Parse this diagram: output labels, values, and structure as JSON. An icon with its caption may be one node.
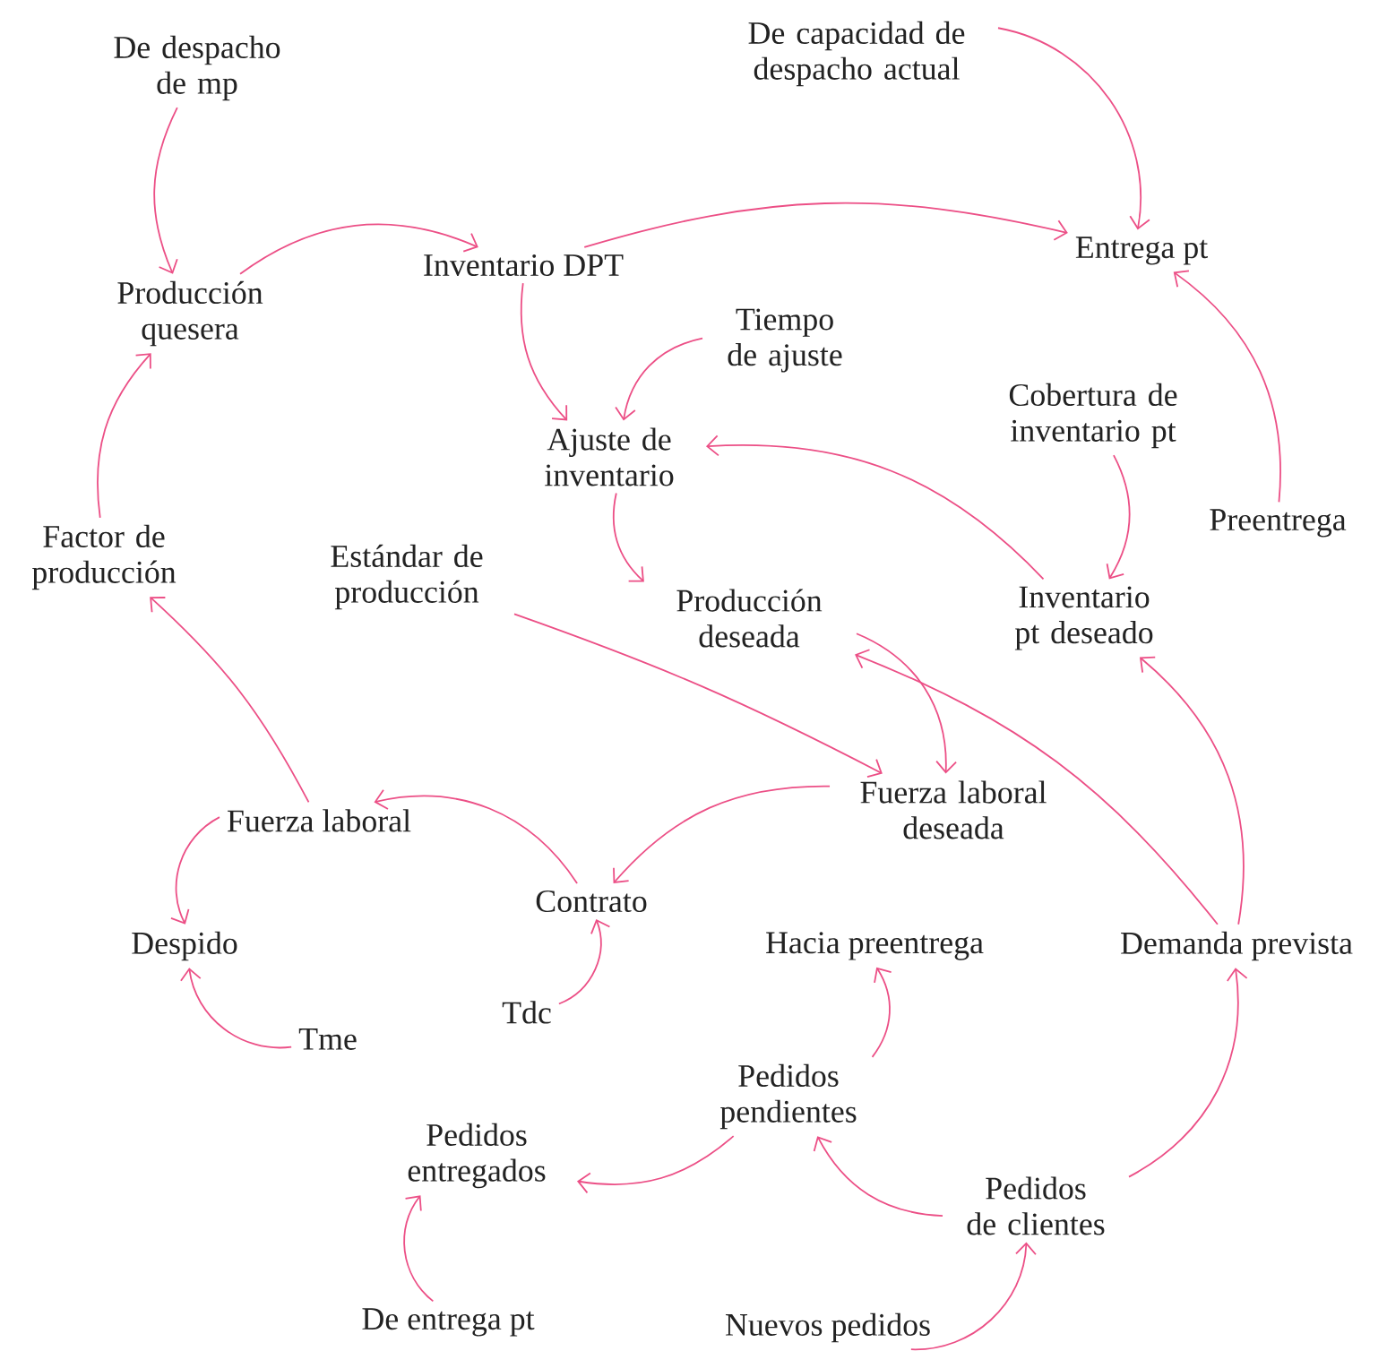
{
  "diagram": {
    "nodes": [
      {
        "text": [
          "De despacho de mp"
        ]
      },
      {
        "text": [
          "De capacidad de despacho actual"
        ]
      },
      {
        "text": [
          "Producción quesera"
        ]
      },
      {
        "text": [
          "Inventario DPT"
        ]
      },
      {
        "text": [
          "Entrega pt"
        ]
      },
      {
        "text": [
          "Tiempo de ajuste"
        ]
      },
      {
        "text": [
          "Ajuste de inventario"
        ]
      },
      {
        "text": [
          "Cobertura de inventario pt"
        ]
      },
      {
        "text": [
          "Factor de producción"
        ]
      },
      {
        "text": [
          "Estándar de producción"
        ]
      },
      {
        "text": [
          "Producción deseada"
        ]
      },
      {
        "text": [
          "Inventario pt deseado"
        ]
      },
      {
        "text": [
          "Preentrega"
        ]
      },
      {
        "text": [
          "Fuerza laboral"
        ]
      },
      {
        "text": [
          "Fuerza laboral deseada"
        ]
      },
      {
        "text": [
          "Contrato"
        ]
      },
      {
        "text": [
          "Despido"
        ]
      },
      {
        "text": [
          "Hacia preentrega"
        ]
      },
      {
        "text": [
          "Demanda prevista"
        ]
      },
      {
        "text": [
          "Tdc"
        ]
      },
      {
        "text": [
          "Tme"
        ]
      },
      {
        "text": [
          "Pedidos pendientes"
        ]
      },
      {
        "text": [
          "Pedidos entregados"
        ]
      },
      {
        "text": [
          "Pedidos de clientes"
        ]
      },
      {
        "text": [
          "De entrega pt"
        ]
      },
      {
        "text": [
          "Nuevos pedidos"
        ]
      }
    ],
    "edges": [
      {
        "from": 0,
        "to": 2,
        "arrow": "to"
      },
      {
        "from": 2,
        "to": 3,
        "arrow": "to"
      },
      {
        "from": 3,
        "to": 4,
        "arrow": "to"
      },
      {
        "from": 1,
        "to": 4,
        "arrow": "to"
      },
      {
        "from": 3,
        "to": 6,
        "arrow": "to"
      },
      {
        "from": 5,
        "to": 6,
        "arrow": "to"
      },
      {
        "from": 11,
        "to": 6,
        "arrow": "to"
      },
      {
        "from": 6,
        "to": 10,
        "arrow": "to"
      },
      {
        "from": 7,
        "to": 11,
        "arrow": "to"
      },
      {
        "from": 12,
        "to": 4,
        "arrow": "to"
      },
      {
        "from": 8,
        "to": 2,
        "arrow": "to"
      },
      {
        "from": 13,
        "to": 8,
        "arrow": "to"
      },
      {
        "from": 9,
        "to": 14,
        "arrow": "to"
      },
      {
        "from": 10,
        "to": 14,
        "arrow": "to"
      },
      {
        "from": 18,
        "to": 10,
        "arrow": "to"
      },
      {
        "from": 18,
        "to": 11,
        "arrow": "to"
      },
      {
        "from": 14,
        "to": 15,
        "arrow": "to"
      },
      {
        "from": 15,
        "to": 13,
        "arrow": "to"
      },
      {
        "from": 13,
        "to": 16,
        "arrow": "to"
      },
      {
        "from": 20,
        "to": 16,
        "arrow": "to"
      },
      {
        "from": 19,
        "to": 15,
        "arrow": "to"
      },
      {
        "from": 21,
        "to": 17,
        "arrow": "to"
      },
      {
        "from": 21,
        "to": 22,
        "arrow": "to"
      },
      {
        "from": 23,
        "to": 21,
        "arrow": "to"
      },
      {
        "from": 23,
        "to": 18,
        "arrow": "to"
      },
      {
        "from": 24,
        "to": 22,
        "arrow": "to"
      },
      {
        "from": 25,
        "to": 23,
        "arrow": "to"
      }
    ]
  }
}
